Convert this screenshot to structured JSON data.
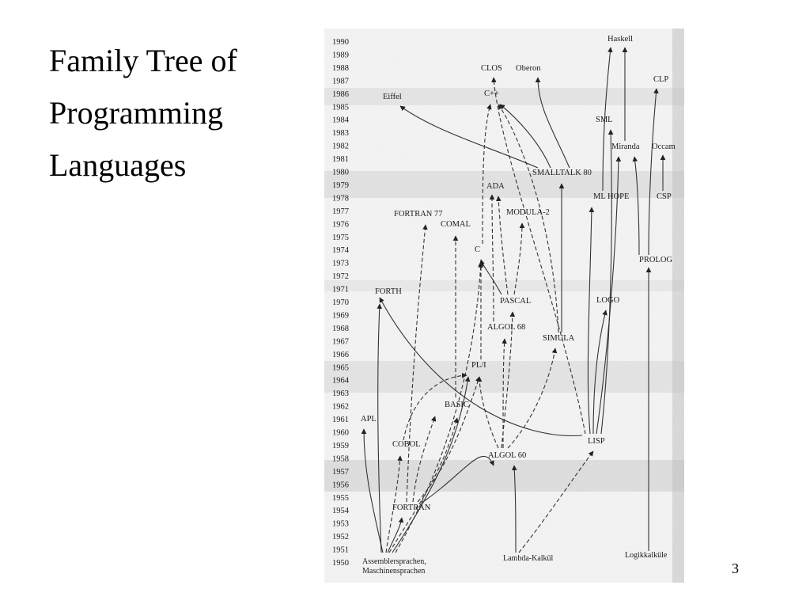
{
  "slide": {
    "title_lines": [
      "Family Tree of",
      "Programming",
      "Languages"
    ],
    "page_number": "3"
  },
  "diagram": {
    "years": [
      "1990",
      "1989",
      "1988",
      "1987",
      "1986",
      "1985",
      "1984",
      "1983",
      "1982",
      "1981",
      "1980",
      "1979",
      "1978",
      "1977",
      "1976",
      "1975",
      "1974",
      "1973",
      "1972",
      "1971",
      "1970",
      "1969",
      "1968",
      "1967",
      "1966",
      "1965",
      "1964",
      "1963",
      "1962",
      "1961",
      "1960",
      "1959",
      "1958",
      "1957",
      "1956",
      "1955",
      "1954",
      "1953",
      "1952",
      "1951",
      "1950"
    ],
    "languages": [
      "Haskell",
      "CLOS",
      "Oberon",
      "CLP",
      "Eiffel",
      "C++",
      "SML",
      "Miranda",
      "Occam",
      "SMALLTALK 80",
      "ADA",
      "ML HOPE",
      "CSP",
      "FORTRAN 77",
      "MODULA-2",
      "COMAL",
      "C",
      "PROLOG",
      "FORTH",
      "PASCAL",
      "LOGO",
      "ALGOL 68",
      "SIMULA",
      "PL/I",
      "BASIC",
      "APL",
      "COBOL",
      "LISP",
      "ALGOL 60",
      "FORTRAN"
    ],
    "roots": [
      "Assemblersprachen,",
      "Maschinensprachen",
      "Lambda-Kalkül",
      "Logikkalküle"
    ]
  }
}
